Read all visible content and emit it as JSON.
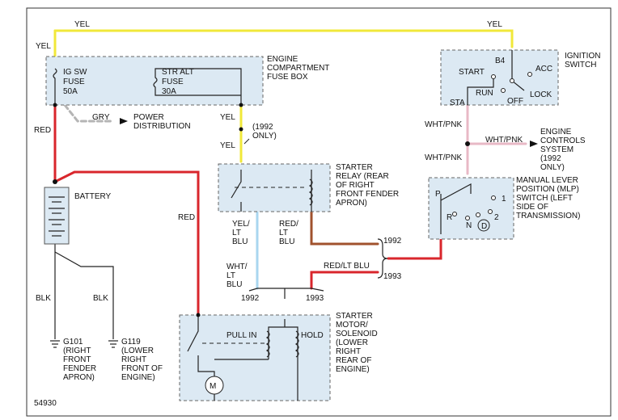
{
  "figure_id": "54930",
  "colors": {
    "yellow": "#f1e83a",
    "red": "#d9262c",
    "gray": "#b5b5b5",
    "pink": "#e8b9c6",
    "lightblue": "#a9d6ef",
    "brown": "#a0522d",
    "box_fill": "#dce9f3"
  },
  "wires": {
    "yel": "YEL",
    "red": "RED",
    "gry": "GRY",
    "blk": "BLK",
    "wht_pnk": "WHT/PNK",
    "yel_lt_blu": "YEL/ LT BLU",
    "red_lt_blu": "RED/ LT BLU",
    "red_lt_blu_inline": "RED/LT BLU",
    "wht_lt_blu": "WHT/ LT BLU"
  },
  "notes": {
    "only_1992": "(1992 ONLY)",
    "year_1992": "1992",
    "year_1993": "1993"
  },
  "fuse_box": {
    "label": "ENGINE COMPARTMENT FUSE BOX",
    "ig_sw": "IG SW",
    "fuse": "FUSE",
    "amp_50": "50A",
    "str_alt": "STR ALT",
    "amp_30": "30A"
  },
  "ignition": {
    "label": "IGNITION SWITCH",
    "b4": "B4",
    "start": "START",
    "acc": "ACC",
    "run": "RUN",
    "lock": "LOCK",
    "off": "OFF",
    "sta": "STA"
  },
  "power_distribution": "POWER DISTRIBUTION",
  "ecs": "ENGINE CONTROLS SYSTEM (1992 ONLY)",
  "battery": "BATTERY",
  "relay": "STARTER RELAY (REAR OF RIGHT FRONT FENDER APRON)",
  "mlp": {
    "label": "MANUAL LEVER POSITION (MLP) SWITCH (LEFT SIDE OF TRANSMISSION)",
    "p": "P",
    "r": "R",
    "n": "N",
    "d": "D",
    "one": "1",
    "two": "2"
  },
  "motor": {
    "label": "STARTER MOTOR/ SOLENOID (LOWER RIGHT REAR OF ENGINE)",
    "pull_in": "PULL IN",
    "hold": "HOLD",
    "m": "M"
  },
  "grounds": {
    "g101": "G101 (RIGHT FRONT FENDER APRON)",
    "g119": "G119 (LOWER RIGHT FRONT OF ENGINE)"
  }
}
